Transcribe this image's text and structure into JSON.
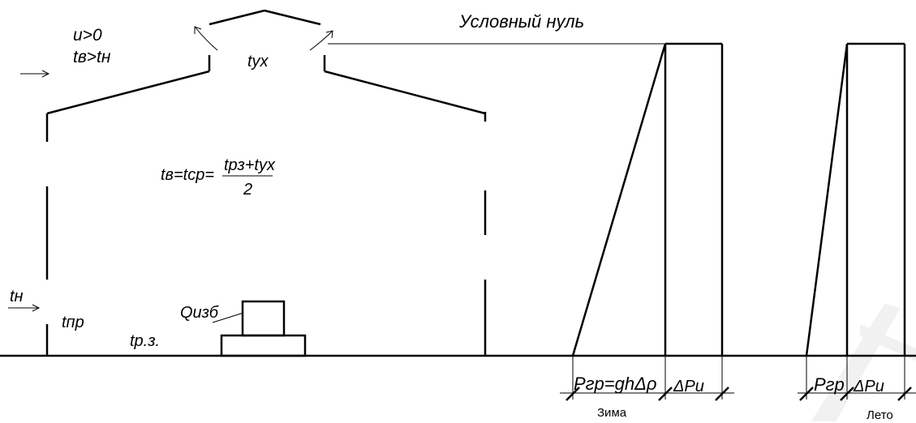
{
  "title": "Условный нуль",
  "building": {
    "cond_u": "u>0",
    "cond_t": "tв>tн",
    "t_yx": "tух",
    "formula_lhs": "tв=tср=",
    "formula_num": "tрз+tух",
    "formula_den": "2",
    "t_n": "tн",
    "t_pr": "tпр",
    "t_rz": "tр.з.",
    "q_izb": "Qизб"
  },
  "winter": {
    "p_gr_formula": "Pгр=ghΔρ",
    "delta_p": "ΔPи",
    "season": "Зима"
  },
  "summer": {
    "p_gr": "Pгр",
    "delta_p": "ΔPи",
    "season": "Лето"
  }
}
